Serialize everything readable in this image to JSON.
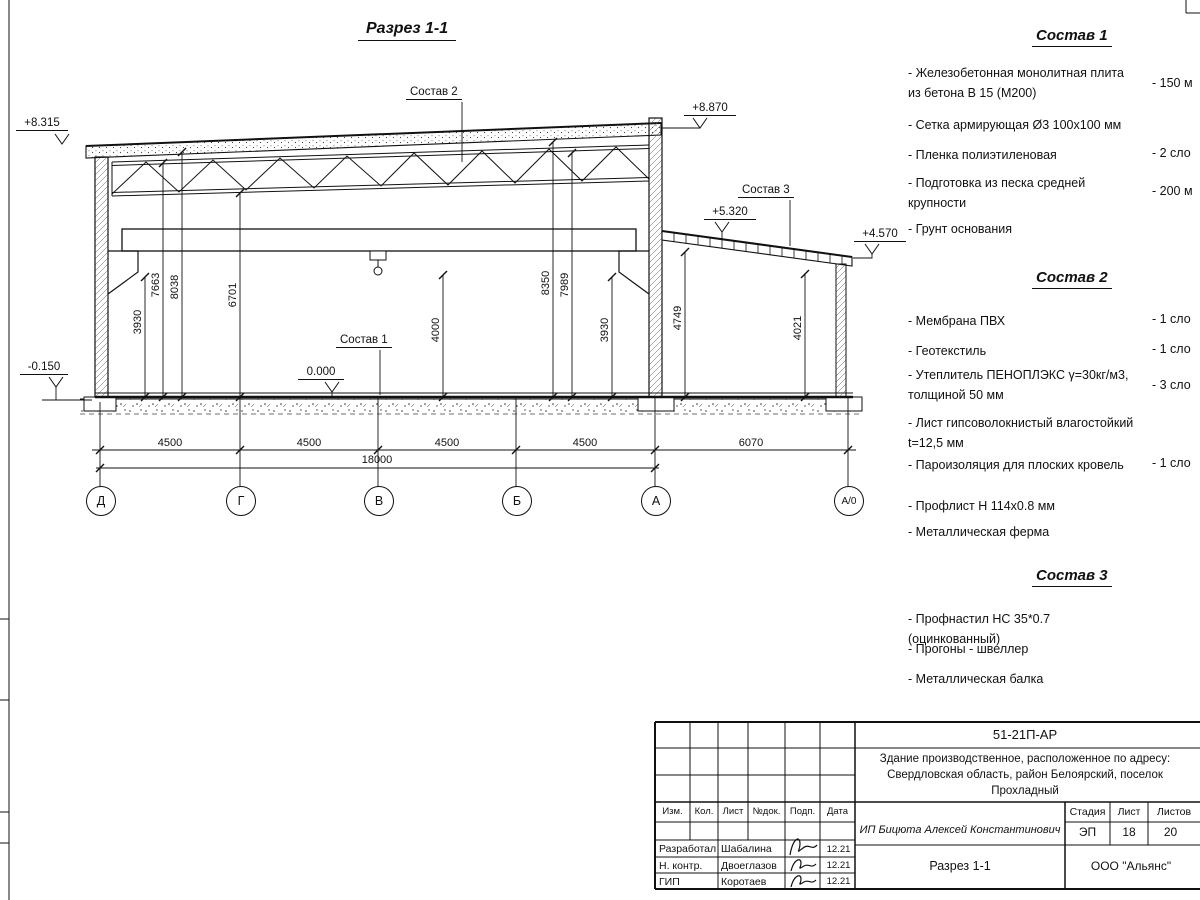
{
  "drawing": {
    "title": "Разрез 1-1",
    "leader_labels": {
      "sostav1": "Состав 1",
      "sostav2": "Состав 2",
      "sostav3": "Состав 3"
    },
    "elevation_marks": {
      "left_top": "+8.315",
      "roof_right": "+8.870",
      "annex_left": "+5.320",
      "annex_right": "+4.570",
      "floor": "0.000",
      "ground": "-0.150"
    },
    "vertical_dims": [
      "3930",
      "7663",
      "8038",
      "6701",
      "4000",
      "8350",
      "7989",
      "3930",
      "4749",
      "4021"
    ],
    "horizontal_dims": [
      "4500",
      "4500",
      "4500",
      "4500",
      "6070"
    ],
    "total_dim": "18000",
    "axes": [
      "Д",
      "Г",
      "В",
      "Б",
      "А",
      "А/0"
    ]
  },
  "compositions": [
    {
      "title": "Состав 1",
      "items": [
        {
          "text": "- Железобетонная монолитная плита из бетона В 15 (М200)",
          "value": "- 150 м"
        },
        {
          "text": "- Сетка армирующая Ø3 100х100 мм",
          "value": ""
        },
        {
          "text": "- Пленка полиэтиленовая",
          "value": "- 2 сло"
        },
        {
          "text": "- Подготовка из песка средней крупности",
          "value": "- 200 м"
        },
        {
          "text": "- Грунт основания",
          "value": ""
        }
      ]
    },
    {
      "title": "Состав 2",
      "items": [
        {
          "text": "- Мембрана ПВХ",
          "value": "- 1 сло"
        },
        {
          "text": "- Геотекстиль",
          "value": "- 1 сло"
        },
        {
          "text": "- Утеплитель ПЕНОПЛЭКС γ=30кг/м3, толщиной 50 мм",
          "value": "- 3 сло"
        },
        {
          "text": "- Лист гипсоволокнистый влагостойкий t=12,5 мм",
          "value": ""
        },
        {
          "text": "- Пароизоляция для плоских кровель",
          "value": "- 1 сло"
        },
        {
          "text": "- Профлист Н 114х0.8 мм",
          "value": ""
        },
        {
          "text": "- Металлическая ферма",
          "value": ""
        }
      ]
    },
    {
      "title": "Состав 3",
      "items": [
        {
          "text": "- Профнастил НС 35*0.7 (оцинкованный)",
          "value": ""
        },
        {
          "text": "- Прогоны - швеллер",
          "value": ""
        },
        {
          "text": "- Металлическая балка",
          "value": ""
        }
      ]
    }
  ],
  "title_block": {
    "doc_number": "51-21П-АР",
    "project_description": "Здание производственное, расположенное по адресу: Свердловская область, район Белоярский, поселок Прохладный",
    "columns": [
      "Изм.",
      "Кол.",
      "Лист",
      "№док.",
      "Подп.",
      "Дата"
    ],
    "company": "ИП Бицюта Алексей Константинович",
    "stage_label": "Стадия",
    "sheet_label": "Лист",
    "sheets_label": "Листов",
    "stage": "ЭП",
    "sheet": "18",
    "sheets": "20",
    "rows": [
      {
        "role": "Разработал",
        "name": "Шабалина",
        "date": "12.21"
      },
      {
        "role": "Н. контр.",
        "name": "Двоеглазов",
        "date": "12.21"
      },
      {
        "role": "ГИП",
        "name": "Коротаев",
        "date": "12.21"
      }
    ],
    "drawing_name": "Разрез 1-1",
    "org": "ООО \"Альянс\""
  }
}
